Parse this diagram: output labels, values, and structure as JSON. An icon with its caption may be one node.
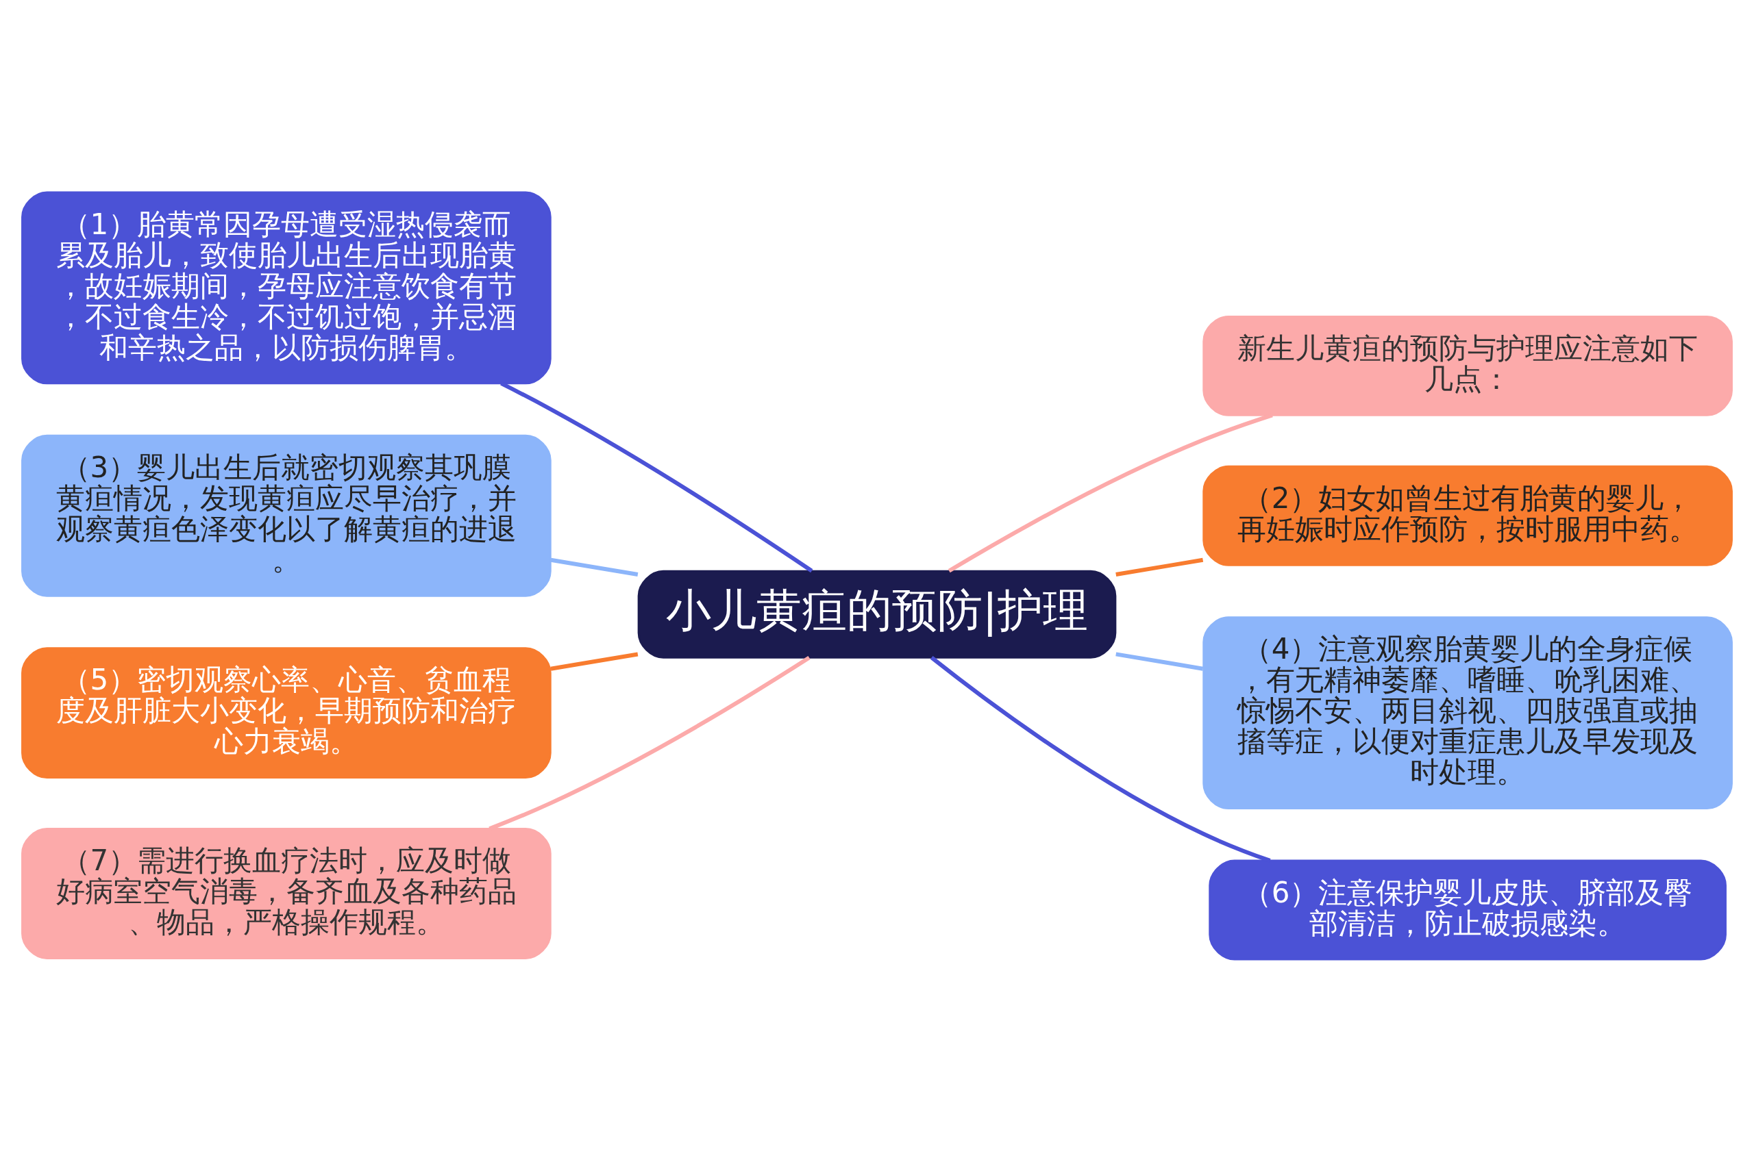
{
  "diagram": {
    "nodes": [
      {
        "text": [
          "小儿黄疸的预防|护理"
        ]
      },
      {
        "text": [
          "（1）胎黄常因孕母遭受湿热侵袭而累及胎儿，致使胎儿出生后出现胎黄，故妊娠期间，孕母应注意饮食有节，不过食生冷，不过饥过饱，并忌酒和辛热之品，以防损伤脾胃。"
        ]
      },
      {
        "text": [
          "（3）婴儿出生后就密切观察其巩膜黄疸情况，发现黄疸应尽早治疗，并观察黄疸色泽变化以了解黄疸的进退。"
        ]
      },
      {
        "text": [
          "（5）密切观察心率、心音、贫血程度及肝脏大小变化，早期预防和治疗心力衰竭。"
        ]
      },
      {
        "text": [
          "（7）需进行换血疗法时，应及时做好病室空气消毒，备齐血及各种药品、物品，严格操作规程。"
        ]
      },
      {
        "text": [
          "新生儿黄疸的预防与护理应注意如下几点："
        ]
      },
      {
        "text": [
          "（2）妇女如曾生过有胎黄的婴儿，再妊娠时应作预防，按时服用中药。"
        ]
      },
      {
        "text": [
          "（4）注意观察胎黄婴儿的全身症候，有无精神萎靡、嗜睡、吮乳困难、惊惕不安、两目斜视、四肢强直或抽搐等症，以便对重症患儿及早发现及时处理。"
        ]
      },
      {
        "text": [
          "（6）注意保护婴儿皮肤、脐部及臀部清洁，防止破损感染。"
        ]
      }
    ],
    "edges": [
      {
        "from": 0,
        "to": 1,
        "arrow": "none",
        "color": "#4b52d6"
      },
      {
        "from": 0,
        "to": 2,
        "arrow": "none",
        "color": "#8cb5fa"
      },
      {
        "from": 0,
        "to": 3,
        "arrow": "none",
        "color": "#f87c2f"
      },
      {
        "from": 0,
        "to": 4,
        "arrow": "none",
        "color": "#fcaaaa"
      },
      {
        "from": 0,
        "to": 5,
        "arrow": "none",
        "color": "#fcaaaa"
      },
      {
        "from": 0,
        "to": 6,
        "arrow": "none",
        "color": "#f87c2f"
      },
      {
        "from": 0,
        "to": 7,
        "arrow": "none",
        "color": "#8cb5fa"
      },
      {
        "from": 0,
        "to": 8,
        "arrow": "none",
        "color": "#4b52d6"
      }
    ]
  }
}
